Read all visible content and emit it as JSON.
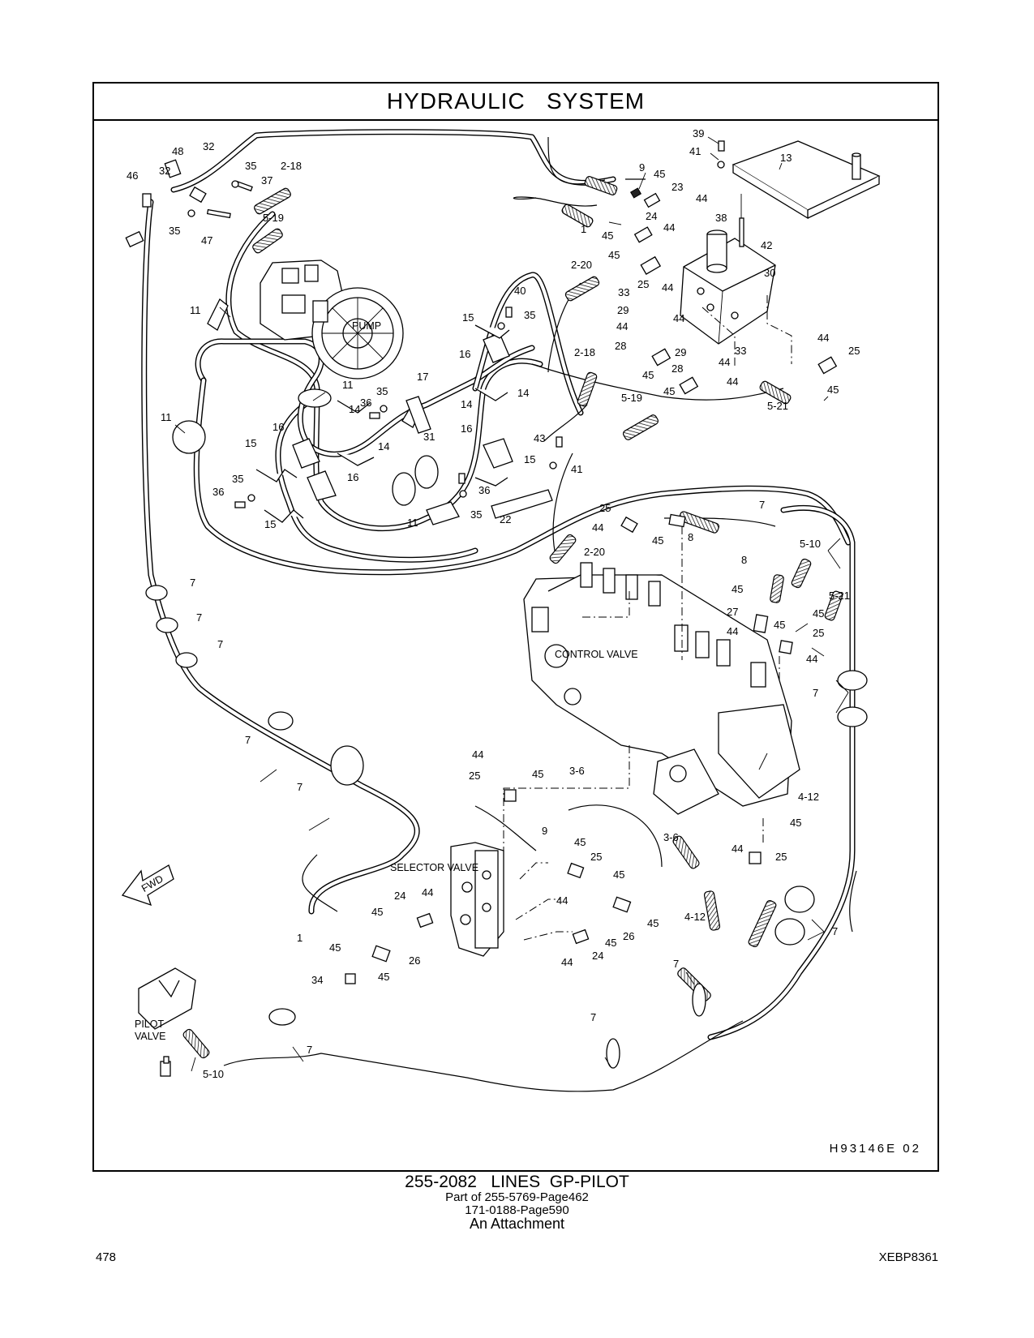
{
  "header": {
    "title": "HYDRAULIC   SYSTEM"
  },
  "diagram": {
    "drawing_code": "H93146E   02",
    "component_labels": {
      "pump": "PUMP",
      "control_valve": "CONTROL  VALVE",
      "selector_valve": "SELECTOR  VALVE",
      "pilot_valve_line1": "PILOT",
      "pilot_valve_line2": "VALVE",
      "fwd": "FWD"
    },
    "callouts": [
      {
        "id": "c1",
        "text": "39"
      },
      {
        "id": "c2",
        "text": "41"
      },
      {
        "id": "c3",
        "text": "13"
      },
      {
        "id": "c4",
        "text": "9"
      },
      {
        "id": "c5",
        "text": "45"
      },
      {
        "id": "c6",
        "text": "23"
      },
      {
        "id": "c7",
        "text": "44"
      },
      {
        "id": "c8",
        "text": "24"
      },
      {
        "id": "c9",
        "text": "44"
      },
      {
        "id": "c10",
        "text": "38"
      },
      {
        "id": "c11",
        "text": "42"
      },
      {
        "id": "c12",
        "text": "1"
      },
      {
        "id": "c13",
        "text": "45"
      },
      {
        "id": "c14",
        "text": "45"
      },
      {
        "id": "c15",
        "text": "25"
      },
      {
        "id": "c16",
        "text": "44"
      },
      {
        "id": "c17",
        "text": "30"
      },
      {
        "id": "c18",
        "text": "2-20"
      },
      {
        "id": "c19",
        "text": "33"
      },
      {
        "id": "c20",
        "text": "29"
      },
      {
        "id": "c21",
        "text": "44"
      },
      {
        "id": "c22",
        "text": "44"
      },
      {
        "id": "c23",
        "text": "28"
      },
      {
        "id": "c24",
        "text": "29"
      },
      {
        "id": "c25",
        "text": "33"
      },
      {
        "id": "c26",
        "text": "44"
      },
      {
        "id": "c27",
        "text": "45"
      },
      {
        "id": "c28",
        "text": "28"
      },
      {
        "id": "c29",
        "text": "44"
      },
      {
        "id": "c30",
        "text": "45"
      },
      {
        "id": "c31",
        "text": "2-18"
      },
      {
        "id": "c32",
        "text": "5-19"
      },
      {
        "id": "c33",
        "text": "44"
      },
      {
        "id": "c34",
        "text": "25"
      },
      {
        "id": "c35",
        "text": "45"
      },
      {
        "id": "c36",
        "text": "5-21"
      },
      {
        "id": "c37",
        "text": "48"
      },
      {
        "id": "c38",
        "text": "32"
      },
      {
        "id": "c39",
        "text": "32"
      },
      {
        "id": "c40",
        "text": "46"
      },
      {
        "id": "c41",
        "text": "35"
      },
      {
        "id": "c42",
        "text": "37"
      },
      {
        "id": "c43",
        "text": "2-18"
      },
      {
        "id": "c44",
        "text": "35"
      },
      {
        "id": "c45",
        "text": "47"
      },
      {
        "id": "c46",
        "text": "5-19"
      },
      {
        "id": "c47",
        "text": "11"
      },
      {
        "id": "c48",
        "text": "40"
      },
      {
        "id": "c49",
        "text": "35"
      },
      {
        "id": "c50",
        "text": "15"
      },
      {
        "id": "c51",
        "text": "16"
      },
      {
        "id": "c52",
        "text": "14"
      },
      {
        "id": "c53",
        "text": "14"
      },
      {
        "id": "c54",
        "text": "16"
      },
      {
        "id": "c55",
        "text": "43"
      },
      {
        "id": "c56",
        "text": "15"
      },
      {
        "id": "c57",
        "text": "41"
      },
      {
        "id": "c58",
        "text": "36"
      },
      {
        "id": "c59",
        "text": "35"
      },
      {
        "id": "c60",
        "text": "22"
      },
      {
        "id": "c61",
        "text": "11"
      },
      {
        "id": "c62",
        "text": "17"
      },
      {
        "id": "c63",
        "text": "35"
      },
      {
        "id": "c64",
        "text": "36"
      },
      {
        "id": "c65",
        "text": "14"
      },
      {
        "id": "c66",
        "text": "11"
      },
      {
        "id": "c67",
        "text": "16"
      },
      {
        "id": "c68",
        "text": "15"
      },
      {
        "id": "c69",
        "text": "14"
      },
      {
        "id": "c70",
        "text": "31"
      },
      {
        "id": "c71",
        "text": "35"
      },
      {
        "id": "c72",
        "text": "16"
      },
      {
        "id": "c73",
        "text": "36"
      },
      {
        "id": "c74",
        "text": "15"
      },
      {
        "id": "c75",
        "text": "11"
      },
      {
        "id": "c76",
        "text": "25"
      },
      {
        "id": "c77",
        "text": "44"
      },
      {
        "id": "c78",
        "text": "45"
      },
      {
        "id": "c79",
        "text": "8"
      },
      {
        "id": "c80",
        "text": "7"
      },
      {
        "id": "c81",
        "text": "5-10"
      },
      {
        "id": "c82",
        "text": "8"
      },
      {
        "id": "c83",
        "text": "2-20"
      },
      {
        "id": "c84",
        "text": "45"
      },
      {
        "id": "c85",
        "text": "27"
      },
      {
        "id": "c86",
        "text": "45"
      },
      {
        "id": "c87",
        "text": "44"
      },
      {
        "id": "c88",
        "text": "5-21"
      },
      {
        "id": "c89",
        "text": "45"
      },
      {
        "id": "c90",
        "text": "25"
      },
      {
        "id": "c91",
        "text": "44"
      },
      {
        "id": "c92",
        "text": "7"
      },
      {
        "id": "c93",
        "text": "7"
      },
      {
        "id": "c94",
        "text": "7"
      },
      {
        "id": "c95",
        "text": "7"
      },
      {
        "id": "c96",
        "text": "7"
      },
      {
        "id": "c97",
        "text": "7"
      },
      {
        "id": "c98",
        "text": "44"
      },
      {
        "id": "c99",
        "text": "25"
      },
      {
        "id": "c100",
        "text": "45"
      },
      {
        "id": "c101",
        "text": "3-6"
      },
      {
        "id": "c102",
        "text": "4-12"
      },
      {
        "id": "c103",
        "text": "45"
      },
      {
        "id": "c104",
        "text": "44"
      },
      {
        "id": "c105",
        "text": "25"
      },
      {
        "id": "c106",
        "text": "9"
      },
      {
        "id": "c107",
        "text": "45"
      },
      {
        "id": "c108",
        "text": "25"
      },
      {
        "id": "c109",
        "text": "3-6"
      },
      {
        "id": "c110",
        "text": "45"
      },
      {
        "id": "c111",
        "text": "44"
      },
      {
        "id": "c112",
        "text": "4-12"
      },
      {
        "id": "c113",
        "text": "45"
      },
      {
        "id": "c114",
        "text": "26"
      },
      {
        "id": "c115",
        "text": "24"
      },
      {
        "id": "c116",
        "text": "44"
      },
      {
        "id": "c117",
        "text": "45"
      },
      {
        "id": "c118",
        "text": "1"
      },
      {
        "id": "c119",
        "text": "45"
      },
      {
        "id": "c120",
        "text": "26"
      },
      {
        "id": "c121",
        "text": "34"
      },
      {
        "id": "c122",
        "text": "45"
      },
      {
        "id": "c123",
        "text": "44"
      },
      {
        "id": "c124",
        "text": "24"
      },
      {
        "id": "c125",
        "text": "45"
      },
      {
        "id": "c126",
        "text": "7"
      },
      {
        "id": "c127",
        "text": "7"
      },
      {
        "id": "c128",
        "text": "7"
      },
      {
        "id": "c129",
        "text": "7"
      },
      {
        "id": "c130",
        "text": "5-10"
      }
    ]
  },
  "caption": {
    "main": "255-2082   LINES  GP-PILOT",
    "sub1": "Part of 255-5769-Page462",
    "sub2": "171-0188-Page590",
    "sub3": "An Attachment"
  },
  "footer": {
    "page_number": "478",
    "doc_code": "XEBP8361"
  }
}
